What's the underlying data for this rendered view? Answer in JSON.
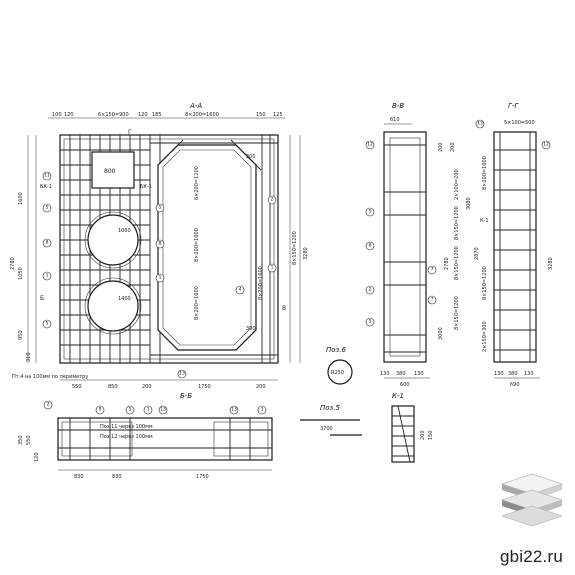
{
  "sheet": {
    "brand_text": "gbi22.ru",
    "colors": {
      "ink": "#1a1a1a",
      "paper": "#ffffff",
      "logo_light": "#e0e0e0",
      "logo_dark": "#8c8c8c"
    }
  },
  "sections": {
    "plan_title": "А-А",
    "section_b_title": "В-В",
    "section_g_title": "Г-Г",
    "section_bb_title": "Б-Б",
    "node_k1_title": "К-1",
    "pos6_title": "Поз.6",
    "pos5_title": "Поз.5"
  },
  "plan": {
    "top_dims": [
      "100",
      "120",
      "6×150=900",
      "120",
      "185",
      "8×200=1600",
      "150",
      "125"
    ],
    "left_dims": [
      "1600",
      "2780",
      "1050",
      "950",
      "310"
    ],
    "right_dims": [
      "3280",
      "8×150=1200"
    ],
    "bottom_dims": [
      "550",
      "850",
      "200",
      "1750",
      "200"
    ],
    "hole_label": "800",
    "circle1_label": "1060",
    "circle2_label": "1400",
    "bk_label": "БК-1",
    "bk_label_2": "БК-1",
    "inner_dims": [
      "6×200=1200",
      "8×200=1600",
      "8×200=1600",
      "8×200=1600",
      "300",
      "300"
    ],
    "note": "Пт.4 на 100мм по периметру",
    "cut_b": "Б",
    "cut_g": "Г",
    "cut_v": "В"
  },
  "section_b": {
    "top_dim": "610",
    "bottom_dims": [
      "130",
      "380",
      "130",
      "600"
    ],
    "right_dims": [
      "2780",
      "3000",
      "200",
      "200"
    ],
    "inner_dims": [
      "2×100=200",
      "8×150=1200",
      "8×150=1200",
      "8×150=1200"
    ]
  },
  "section_g": {
    "top_dim": "5×100=500",
    "left_dims": [
      "3080",
      "2870",
      "8×200=1600",
      "8×150=1200",
      "2×150=300"
    ],
    "right_dim": "3280",
    "bottom_dims": [
      "130",
      "380",
      "130",
      "690"
    ],
    "k_label": "К-1"
  },
  "section_bb": {
    "left_dims": [
      "350",
      "550",
      "120"
    ],
    "bottom_dims": [
      "830",
      "830",
      "1750"
    ],
    "inner_notes": [
      "Поз.11 через 100мм",
      "Поз.12 через 100мм"
    ]
  },
  "pos6": {
    "label": "R250"
  },
  "pos5": {
    "dim": "3700"
  },
  "node_k1": {
    "dims": [
      "200",
      "150"
    ]
  },
  "pos_marks": [
    "1",
    "2",
    "3",
    "4",
    "5",
    "6",
    "7",
    "8",
    "9",
    "10",
    "11",
    "12",
    "13"
  ]
}
